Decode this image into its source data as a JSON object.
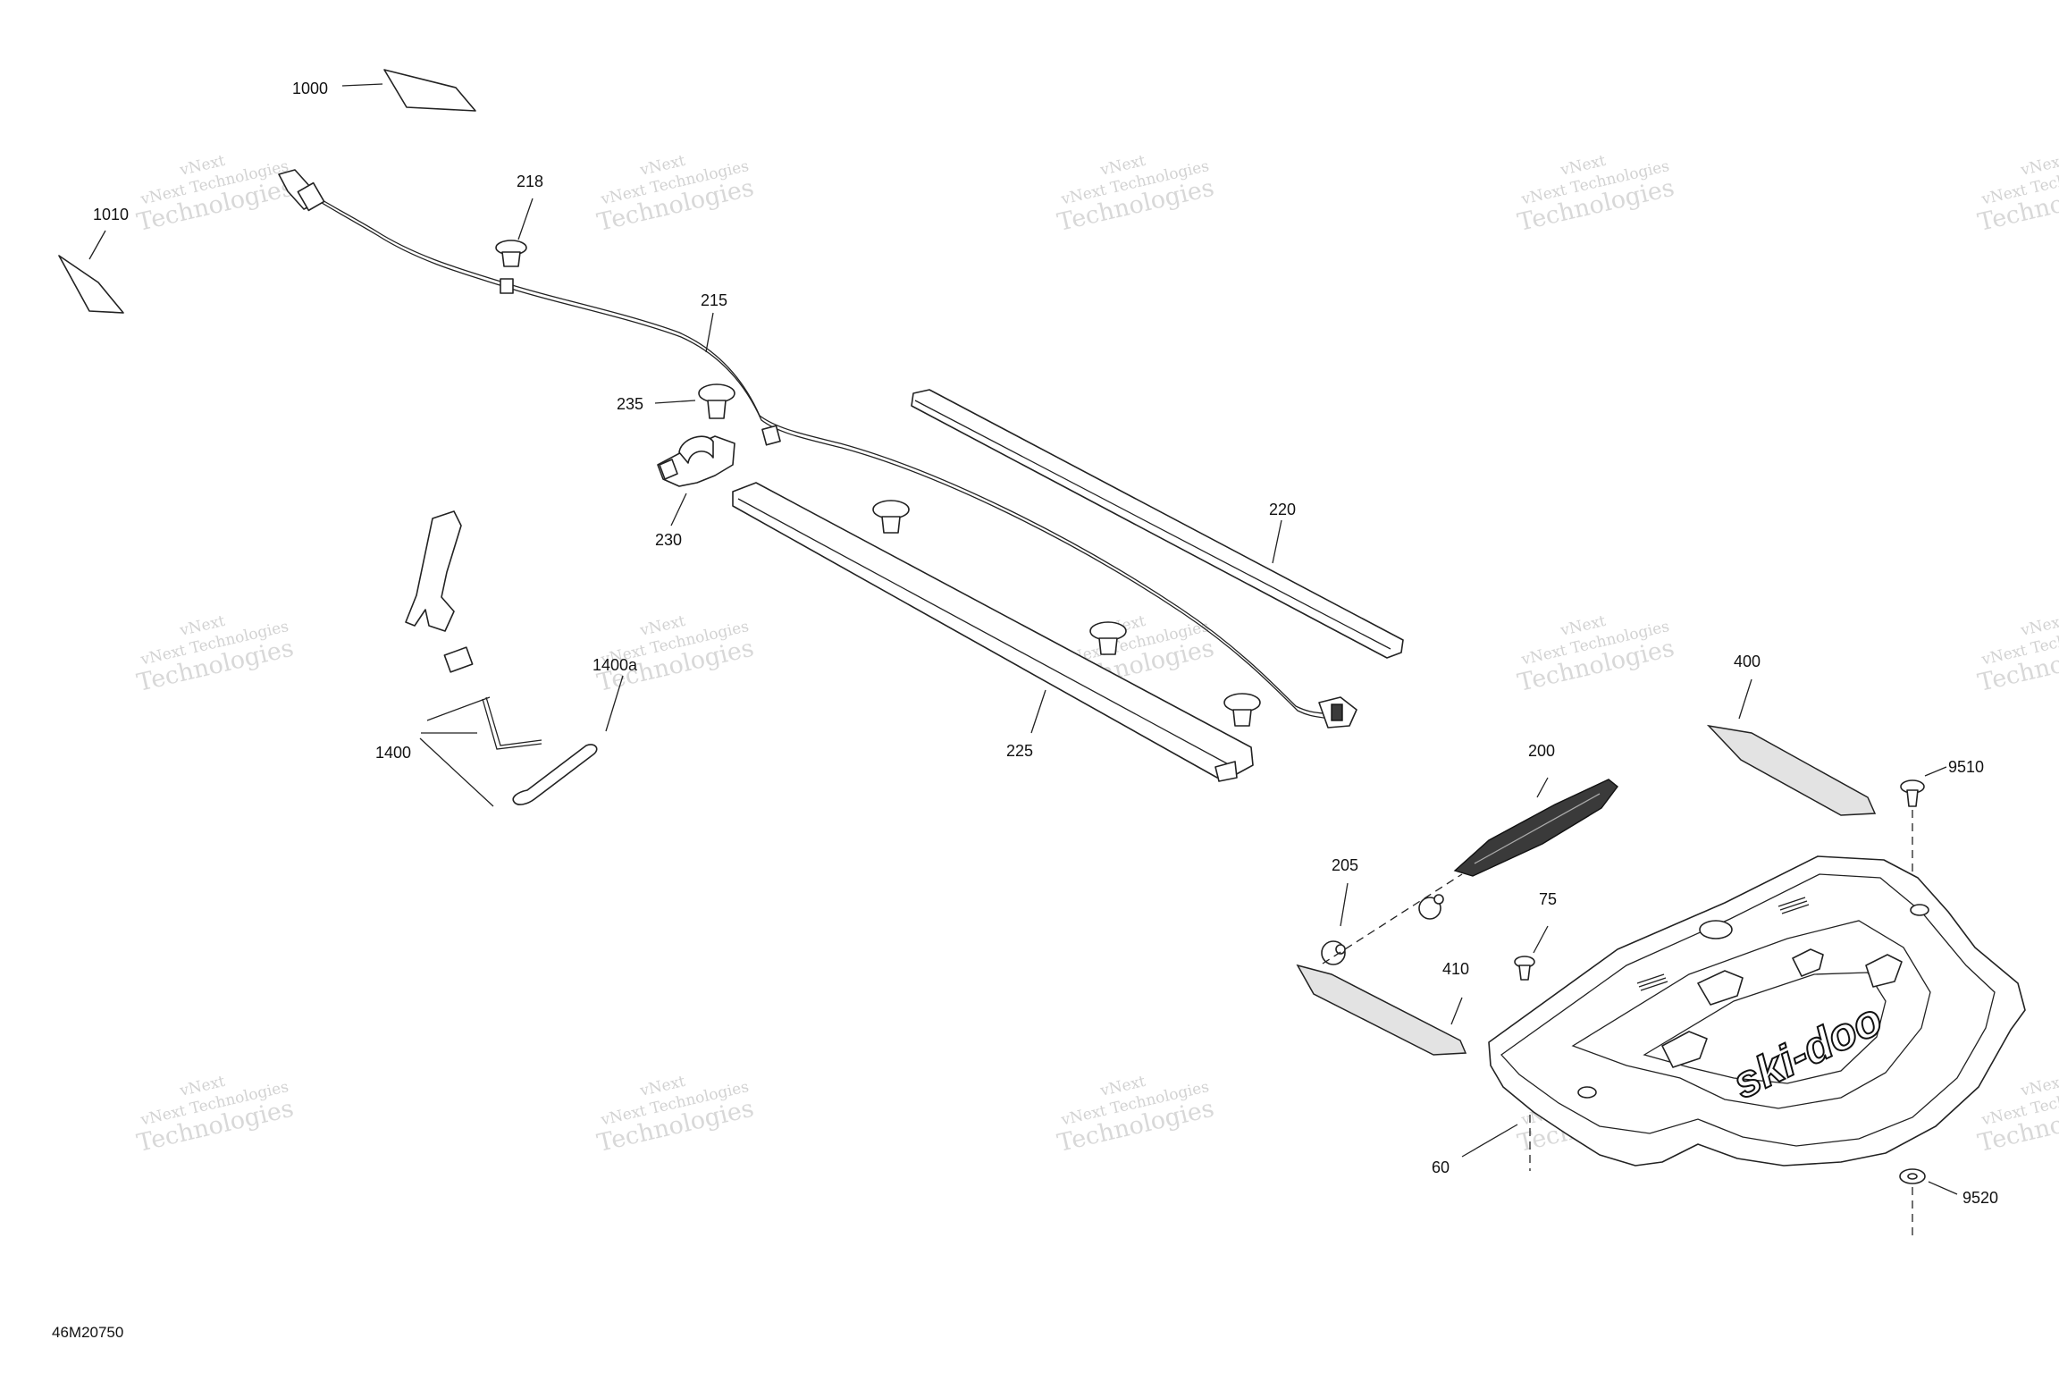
{
  "diagram": {
    "document_id": "46M20750",
    "watermark": {
      "line1": "vNext Technologies",
      "line2": "Technologies",
      "line3": "vNext"
    },
    "callouts": [
      {
        "id": "1000",
        "label": "1000"
      },
      {
        "id": "1010",
        "label": "1010"
      },
      {
        "id": "218",
        "label": "218"
      },
      {
        "id": "215",
        "label": "215"
      },
      {
        "id": "235",
        "label": "235"
      },
      {
        "id": "230",
        "label": "230"
      },
      {
        "id": "220",
        "label": "220"
      },
      {
        "id": "1400a",
        "label": "1400a"
      },
      {
        "id": "1400",
        "label": "1400"
      },
      {
        "id": "225",
        "label": "225"
      },
      {
        "id": "400",
        "label": "400"
      },
      {
        "id": "200",
        "label": "200"
      },
      {
        "id": "9510",
        "label": "9510"
      },
      {
        "id": "205",
        "label": "205"
      },
      {
        "id": "75",
        "label": "75"
      },
      {
        "id": "410",
        "label": "410"
      },
      {
        "id": "60",
        "label": "60"
      },
      {
        "id": "9520",
        "label": "9520"
      }
    ],
    "logo_text": "ski-doo"
  }
}
